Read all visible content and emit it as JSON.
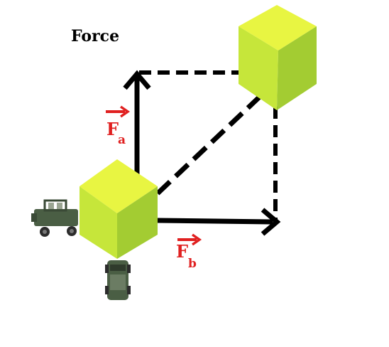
{
  "title": "Force",
  "labels": {
    "fa_letter": "F",
    "fa_sub": "a",
    "fb_letter": "F",
    "fb_sub": "b"
  },
  "colors": {
    "label": "#e02020",
    "arrow": "#000000",
    "cube_top": "#e8f542",
    "cube_left": "#c6e63a",
    "cube_right": "#a3cc32",
    "jeep_body": "#4a5e44"
  },
  "icons": {
    "side_vehicle": "jeep-side-icon",
    "top_vehicle": "jeep-top-icon",
    "vector_arrow": "vector-arrow-icon"
  }
}
